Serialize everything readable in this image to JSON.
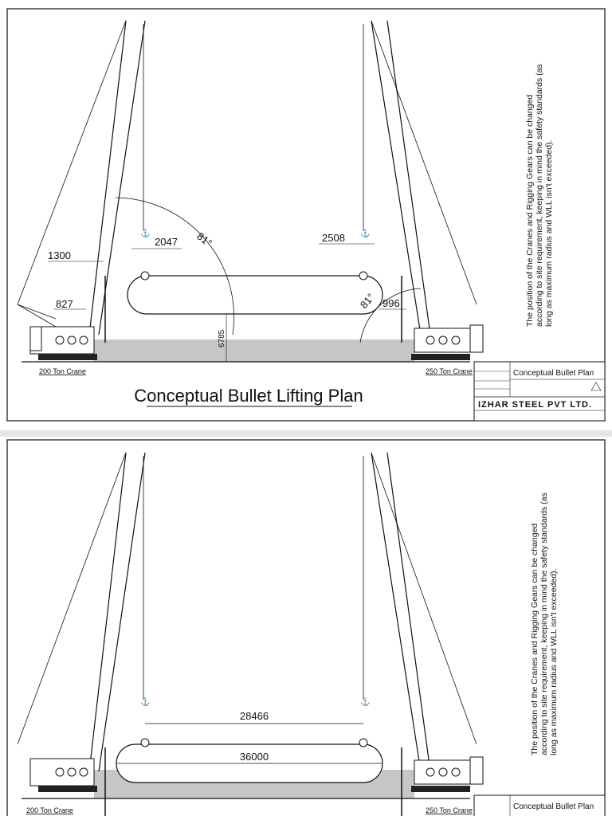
{
  "sheets": [
    {
      "title": "Conceptual Bullet Lifting Plan",
      "note": [
        "The position of the Cranes and Rigging Gears can be changed",
        "according to site requirement, keeping in mind the safety standards (as",
        "long as maximum radius and WLL isn't exceeded)."
      ],
      "left_crane_label": "200 Ton Crane",
      "right_crane_label": "250 Ton Crane",
      "dims": {
        "d1300": "1300",
        "d2047": "2047",
        "d827": "827",
        "d2508": "2508",
        "d996": "996",
        "d6785": "6785",
        "angle_left": "81°",
        "angle_right": "81°"
      },
      "title_block": {
        "drawing_title": "Conceptual Bullet Plan",
        "company": "IZHAR STEEL PVT LTD."
      }
    },
    {
      "note": [
        "The position of the Cranes and Rigging Gears can be changed",
        "according to site requirement, keeping in mind the safety standards (as",
        "long as maximum radius and WLL isn't exceeded)."
      ],
      "left_crane_label": "200 Ton Crane",
      "right_crane_label": "250 Ton Crane",
      "dims": {
        "spread": "28466",
        "length": "36000"
      },
      "title_block": {
        "drawing_title": "Conceptual Bullet Plan"
      }
    }
  ],
  "colors": {
    "line": "#111111",
    "ground": "#b5b5b5"
  }
}
